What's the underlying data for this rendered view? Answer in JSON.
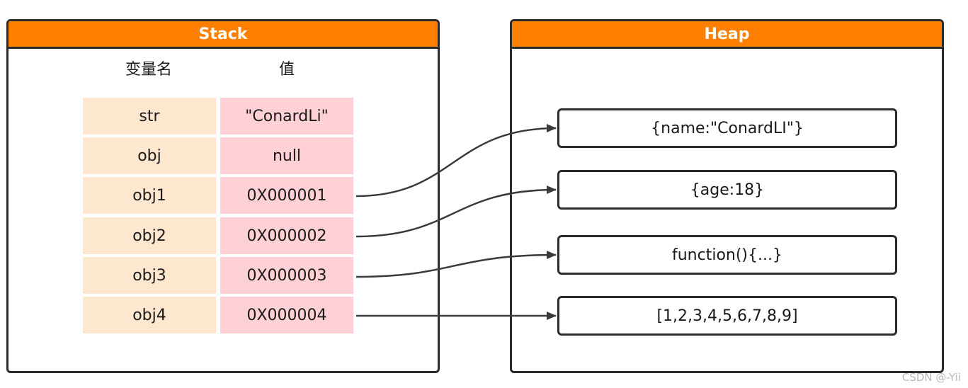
{
  "stack": {
    "title": "Stack",
    "headers": {
      "variable": "变量名",
      "value": "值"
    },
    "rows": [
      {
        "var": "str",
        "val": "\"ConardLi\""
      },
      {
        "var": "obj",
        "val": "null"
      },
      {
        "var": "obj1",
        "val": "0X000001"
      },
      {
        "var": "obj2",
        "val": "0X000002"
      },
      {
        "var": "obj3",
        "val": "0X000003"
      },
      {
        "var": "obj4",
        "val": "0X000004"
      }
    ]
  },
  "heap": {
    "title": "Heap",
    "objects": [
      "{name:\"ConardLI\"}",
      "{age:18}",
      "function(){...}",
      "[1,2,3,4,5,6,7,8,9]"
    ]
  },
  "watermark": "CSDN @-Yii",
  "colors": {
    "header": "#ff8000",
    "var_cell": "#fde7cf",
    "val_cell": "#ffd0d6",
    "border": "#2b2b2b"
  }
}
